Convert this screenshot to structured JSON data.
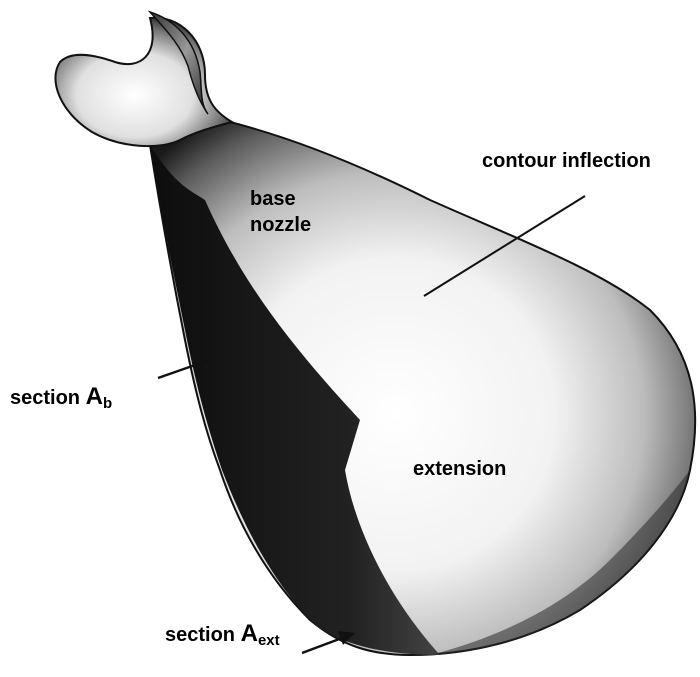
{
  "labels": {
    "contour_inflection": "contour inflection",
    "base_nozzle_line1": "base",
    "base_nozzle_line2": "nozzle",
    "extension": "extension",
    "section_ab_prefix": "section",
    "section_ab_symbol": "A",
    "section_ab_subscript": "b",
    "section_aext_prefix": "section",
    "section_aext_symbol": "A",
    "section_aext_subscript": "ext"
  }
}
